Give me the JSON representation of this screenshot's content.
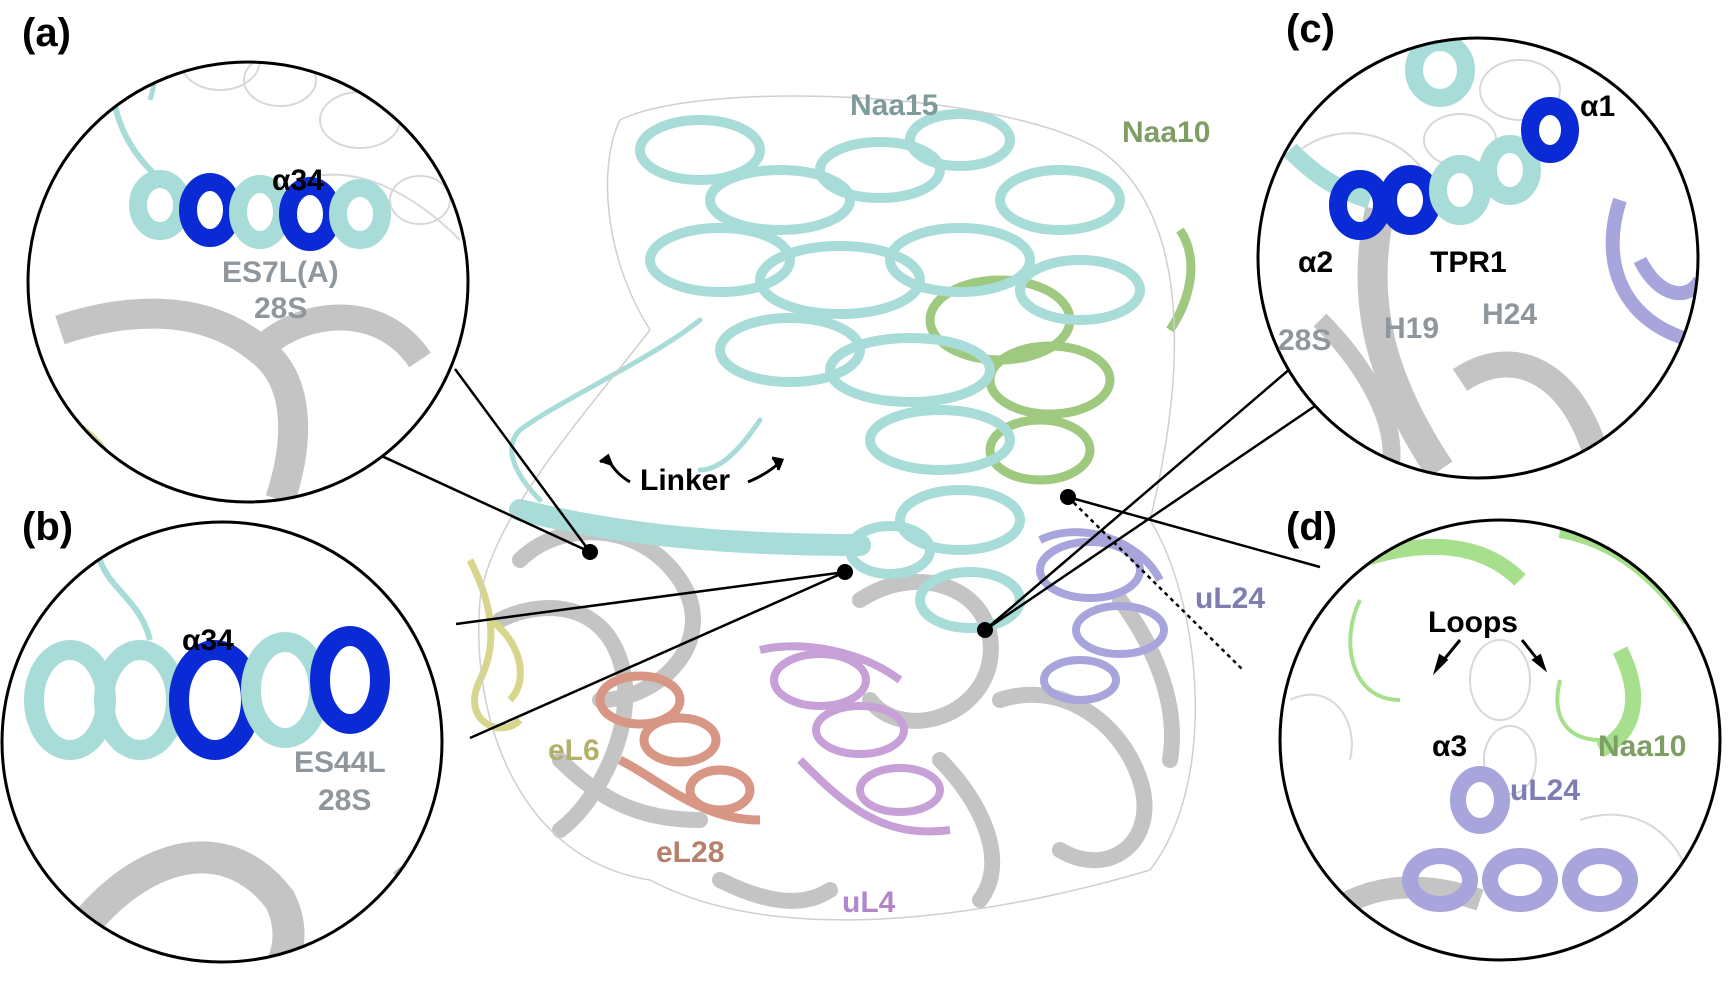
{
  "panels": {
    "a": {
      "label": "(a)",
      "helix": "α34",
      "rna": "ES7L(A)",
      "rrna": "28S"
    },
    "b": {
      "label": "(b)",
      "helix": "α34",
      "rna": "ES44L",
      "rrna": "28S"
    },
    "c": {
      "label": "(c)",
      "helix1": "α1",
      "helix2": "α2",
      "tpr": "TPR1",
      "rrna": "28S",
      "h19": "H19",
      "h24": "H24"
    },
    "d": {
      "label": "(d)",
      "loops": "Loops",
      "helix": "α3",
      "naa10": "Naa10",
      "ul24": "uL24"
    }
  },
  "center": {
    "naa15": "Naa15",
    "naa10": "Naa10",
    "linker": "Linker",
    "ul24": "uL24",
    "el6": "eL6",
    "el28": "eL28",
    "ul4": "uL4"
  },
  "colors": {
    "naa15": "#a8dcd9",
    "naa15_text": "#7f9a99",
    "naa10": "#9ec97f",
    "naa10_text": "#7f9e63",
    "highlight": "#0a2ad6",
    "rna": "#b8b8b8",
    "rna_text": "#8f979c",
    "ul24": "#a7a5dc",
    "ul24_text": "#7e7cb0",
    "el6": "#d8d68c",
    "el6_text": "#b3b06a",
    "el28": "#d89684",
    "el28_text": "#b6806c",
    "ul4": "#c7a0d8",
    "ul4_text": "#b386c9"
  }
}
